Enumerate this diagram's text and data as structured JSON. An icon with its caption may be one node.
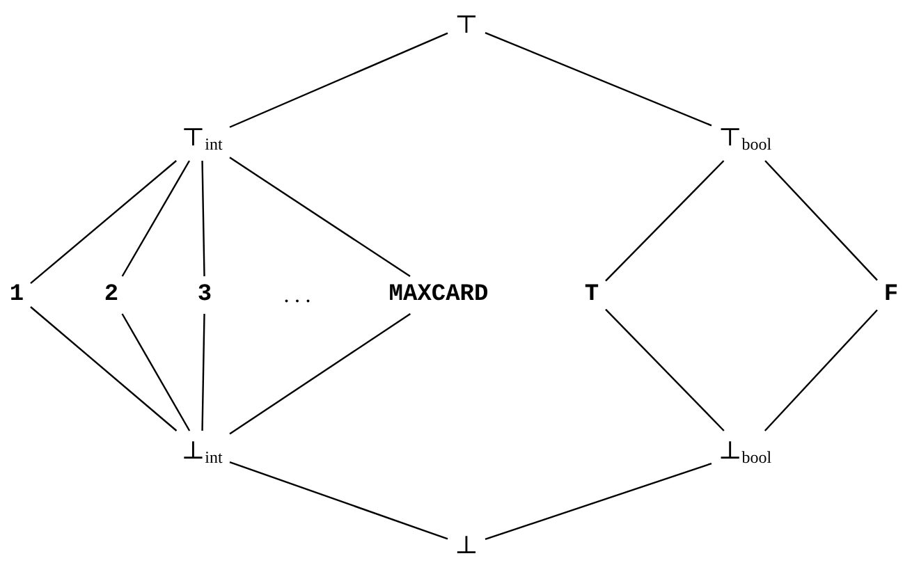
{
  "diagram": {
    "nodes": [
      {
        "text": [
          "⊤"
        ]
      },
      {
        "text": [
          "⊤$_{int}$"
        ]
      },
      {
        "text": [
          "⊤$_{bool}$"
        ]
      },
      {
        "text": [
          "1"
        ]
      },
      {
        "text": [
          "2"
        ]
      },
      {
        "text": [
          "3"
        ]
      },
      {
        "text": [
          "MAXCARD"
        ]
      },
      {
        "text": [
          "T"
        ]
      },
      {
        "text": [
          "F"
        ]
      },
      {
        "text": [
          "⊥$_{int}$"
        ]
      },
      {
        "text": [
          "⊥$_{bool}$"
        ]
      },
      {
        "text": [
          "⊥"
        ]
      }
    ],
    "edges": [
      {
        "from": 0,
        "to": 1,
        "arrow": "none"
      },
      {
        "from": 0,
        "to": 2,
        "arrow": "none"
      },
      {
        "from": 1,
        "to": 3,
        "arrow": "none"
      },
      {
        "from": 1,
        "to": 4,
        "arrow": "none"
      },
      {
        "from": 1,
        "to": 5,
        "arrow": "none"
      },
      {
        "from": 1,
        "to": 6,
        "arrow": "none"
      },
      {
        "from": 2,
        "to": 7,
        "arrow": "none"
      },
      {
        "from": 2,
        "to": 8,
        "arrow": "none"
      },
      {
        "from": 3,
        "to": 9,
        "arrow": "none"
      },
      {
        "from": 4,
        "to": 9,
        "arrow": "none"
      },
      {
        "from": 5,
        "to": 9,
        "arrow": "none"
      },
      {
        "from": 6,
        "to": 9,
        "arrow": "none"
      },
      {
        "from": 7,
        "to": 10,
        "arrow": "none"
      },
      {
        "from": 8,
        "to": 10,
        "arrow": "none"
      },
      {
        "from": 9,
        "to": 11,
        "arrow": "none"
      },
      {
        "from": 10,
        "to": 11,
        "arrow": "none"
      }
    ],
    "labels": [
      "..."
    ]
  }
}
